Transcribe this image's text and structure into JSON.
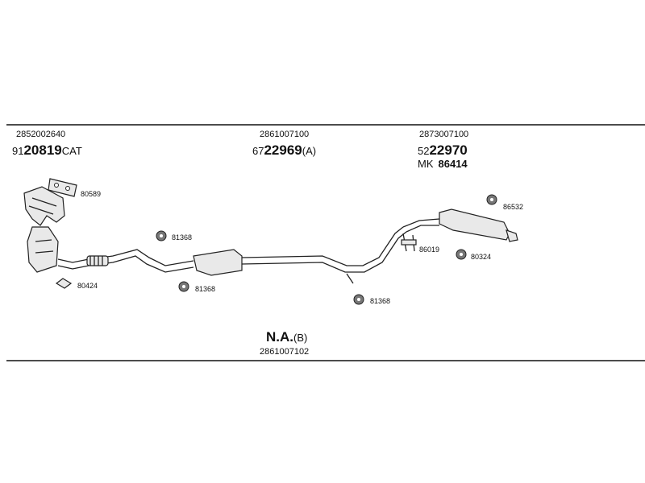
{
  "groups": {
    "front": {
      "code": "2852002640",
      "prefix": "91",
      "number": "20819",
      "suffix": "CAT"
    },
    "middle": {
      "code": "2861007100",
      "prefix": "67",
      "number": "22969",
      "suffix": "(A)"
    },
    "rear": {
      "code": "2873007100",
      "prefix": "52",
      "number": "22970",
      "suffix": "",
      "mk_prefix": "MK",
      "mk_number": "86414"
    },
    "bottom": {
      "number": "N.A.",
      "suffix": "(B)",
      "code": "2861007102"
    }
  },
  "parts": {
    "gasket_top": "80589",
    "gasket_bottom": "80424",
    "hanger_a": "81368",
    "hanger_b": "81368",
    "hanger_c": "81368",
    "hanger_rear_top": "86532",
    "clamp_rear": "86019",
    "hanger_rear_bottom": "80324"
  },
  "colors": {
    "line": "#222222",
    "part_fill": "#e9e9e9",
    "hanger_fill": "#777777"
  }
}
